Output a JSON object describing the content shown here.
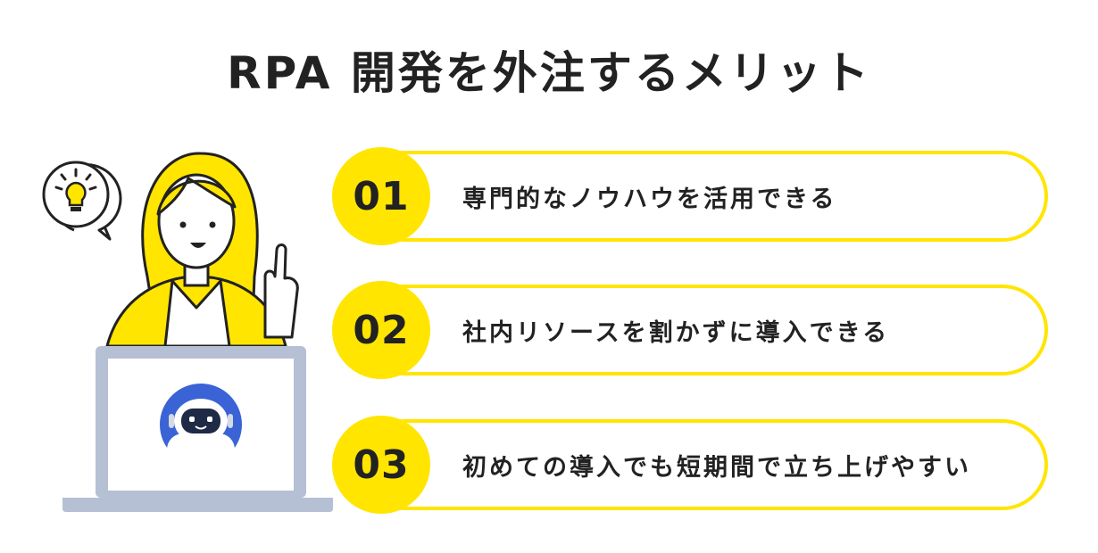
{
  "page": {
    "title": "RPA 開発を外注するメリット"
  },
  "merits": [
    {
      "number": "01",
      "text": "専門的なノウハウを活用できる"
    },
    {
      "number": "02",
      "text": "社内リソースを割かずに導入できる"
    },
    {
      "number": "03",
      "text": "初めての導入でも短期間で立ち上げやすい"
    }
  ],
  "colors": {
    "accent": "#ffe500",
    "text": "#222222",
    "laptop": "#b5c0d4",
    "robot_badge": "#3a63d6"
  },
  "icons": {
    "idea": "lightbulb-icon",
    "person": "woman-pointing-illustration",
    "device": "laptop-icon",
    "bot": "robot-icon"
  }
}
